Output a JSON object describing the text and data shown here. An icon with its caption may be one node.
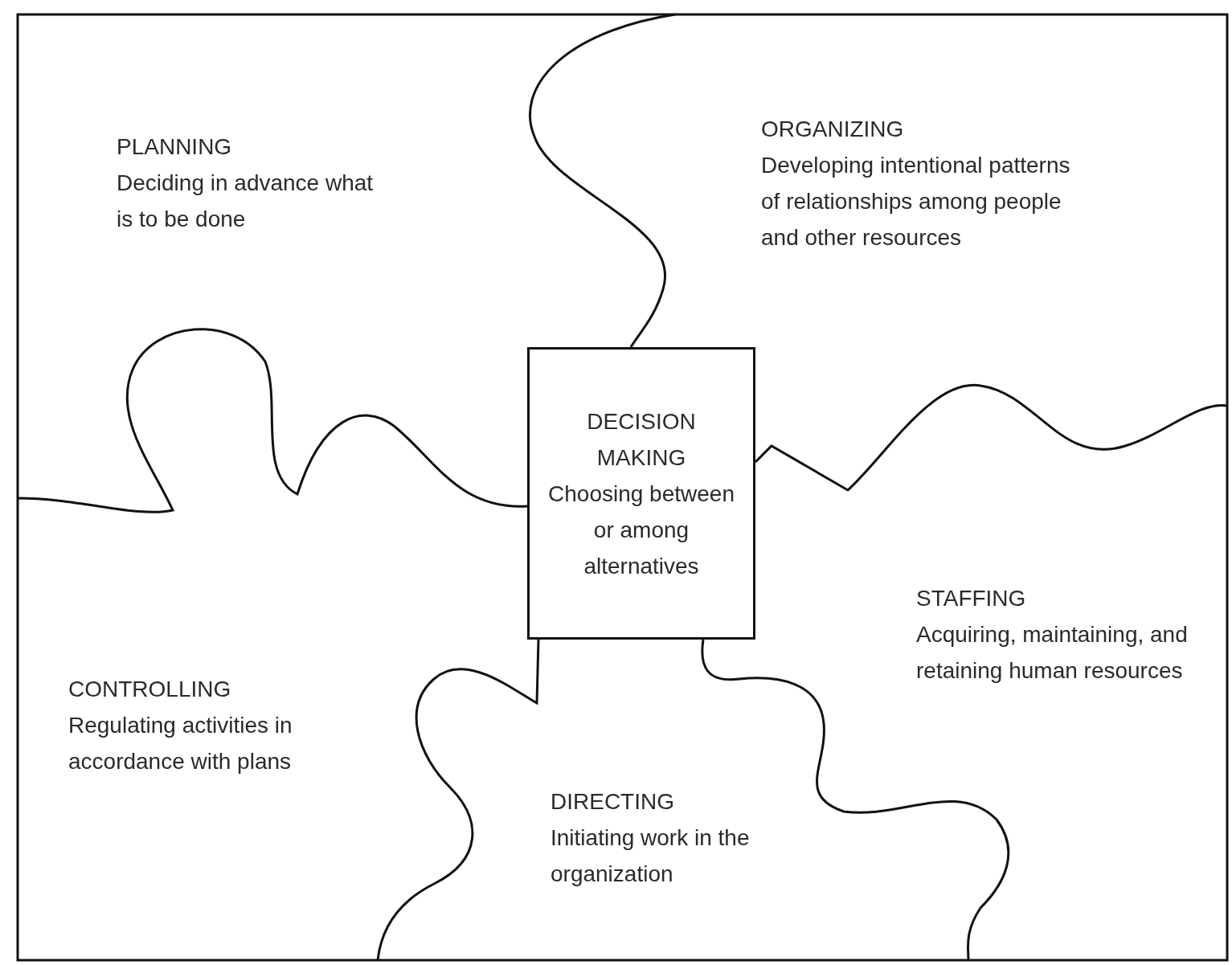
{
  "diagram": {
    "nodes": [
      {
        "text": [
          "PLANNING",
          "Deciding in advance what is to be done"
        ]
      },
      {
        "text": [
          "ORGANIZING",
          "Developing intentional patterns of relationships among people and other resources"
        ]
      },
      {
        "text": [
          "DECISION MAKING",
          "Choosing between or among alternatives"
        ]
      },
      {
        "text": [
          "STAFFING",
          "Acquiring, maintaining, and retaining human resources"
        ]
      },
      {
        "text": [
          "CONTROLLING",
          "Regulating activities in accordance with plans"
        ]
      },
      {
        "text": [
          "DIRECTING",
          "Initiating work in the organization"
        ]
      }
    ]
  }
}
